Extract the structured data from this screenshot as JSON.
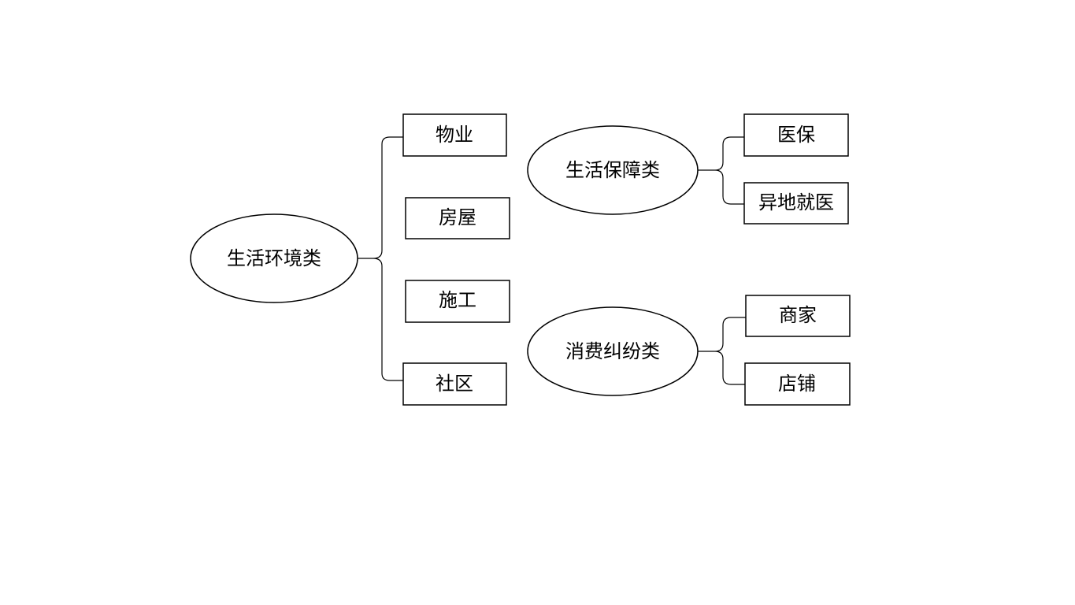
{
  "groups": [
    {
      "label": "生活环境类",
      "children": [
        "物业",
        "房屋",
        "施工",
        "社区"
      ]
    },
    {
      "label": "生活保障类",
      "children": [
        "医保",
        "异地就医"
      ]
    },
    {
      "label": "消费纠纷类",
      "children": [
        "商家",
        "店铺"
      ]
    }
  ]
}
